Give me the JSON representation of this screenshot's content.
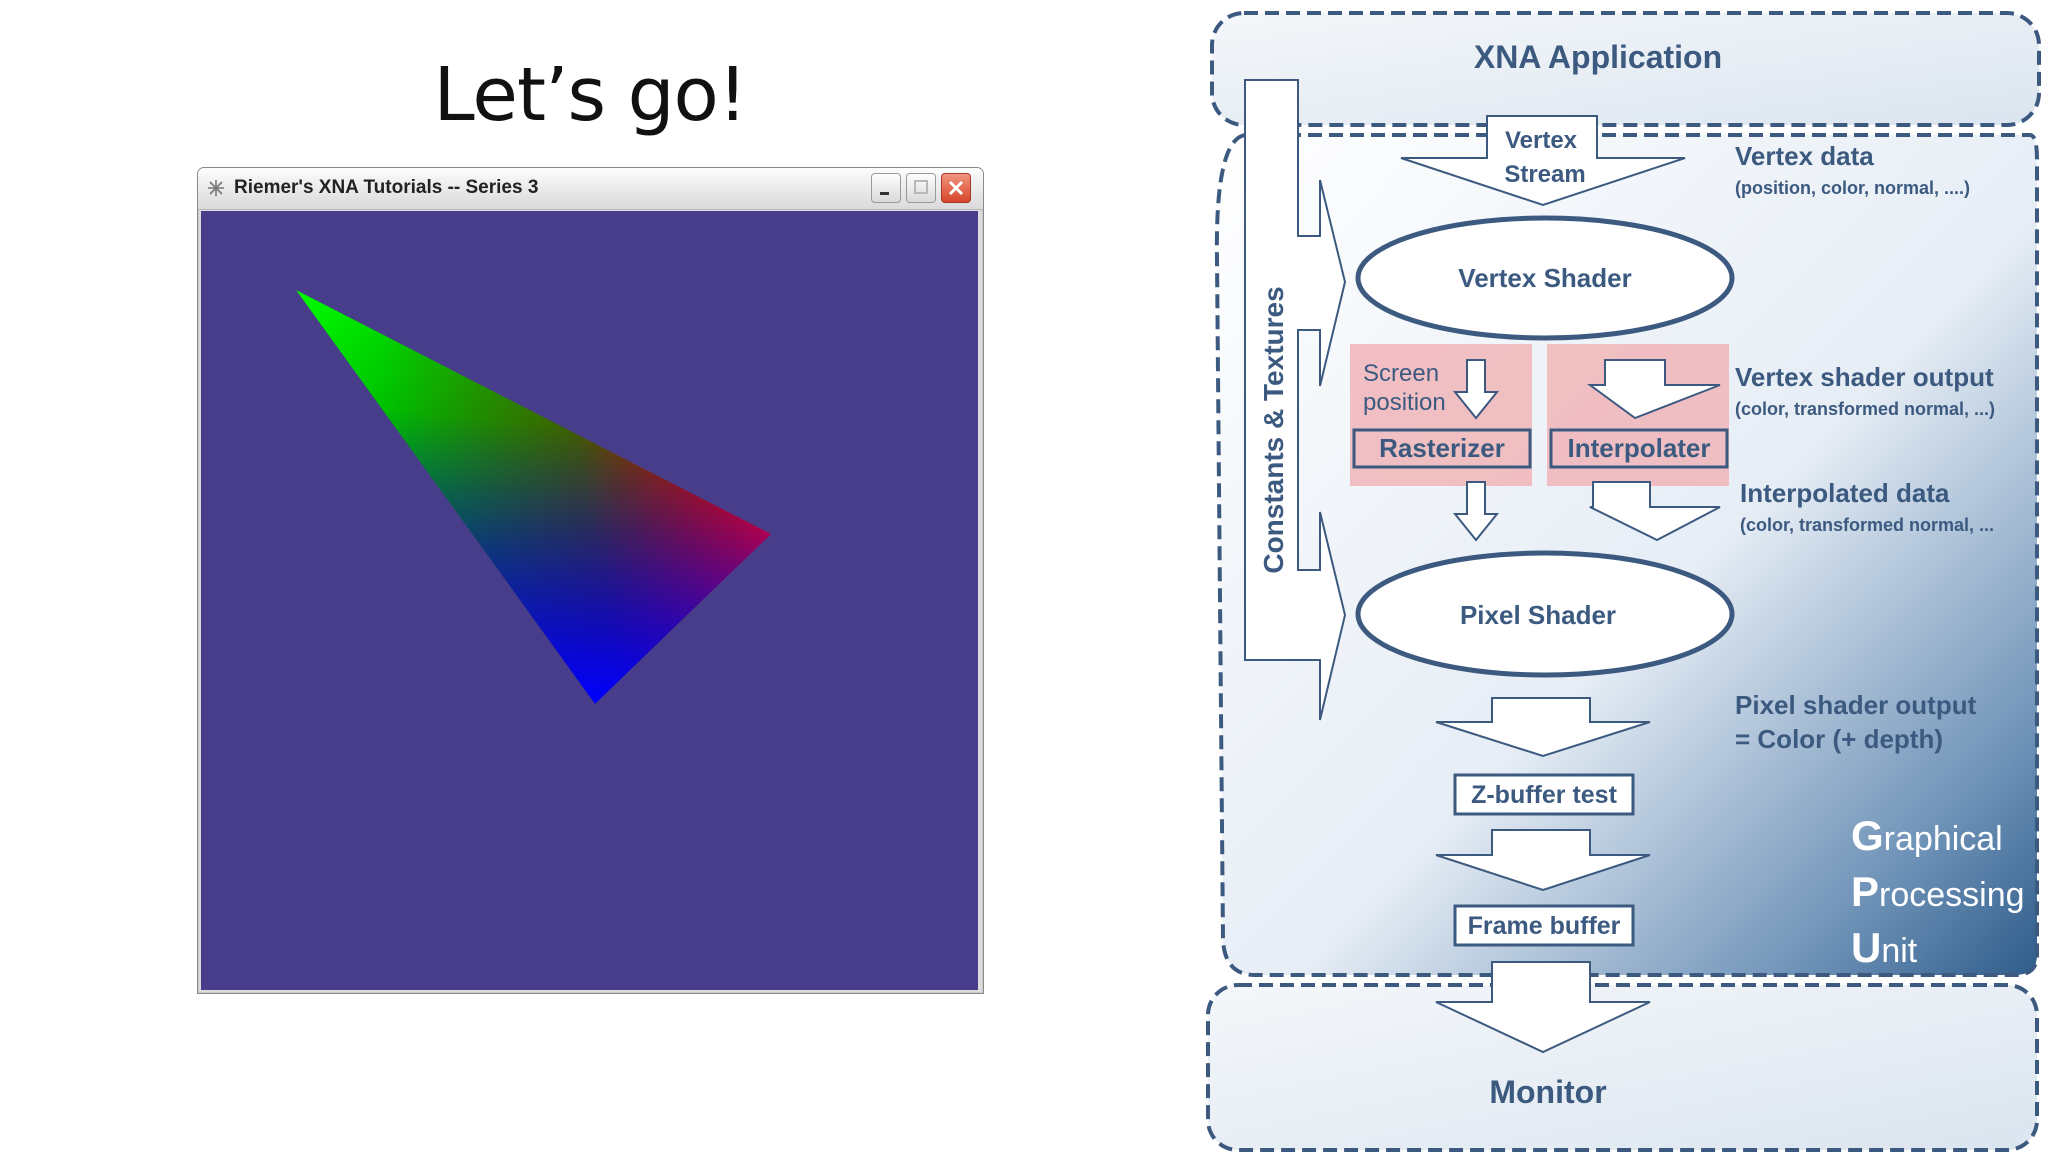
{
  "slide": {
    "title": "Let’s go!"
  },
  "window": {
    "title": "Riemer's XNA Tutorials -- Series 3"
  },
  "colors": {
    "client_background": "#483d8b",
    "vertex_1": "#00ff00",
    "vertex_2": "#ff0000",
    "vertex_3": "#0000ff",
    "diagram_ink": "#3c5a80",
    "highlight": "#f0b5b8"
  },
  "icons": [
    "app-icon",
    "minimize-icon",
    "maximize-icon",
    "close-icon"
  ],
  "diagram": {
    "xna_application": "XNA Application",
    "vertex_stream_1": "Vertex",
    "vertex_stream_2": "Stream",
    "vertex_data": "Vertex data",
    "vertex_data_sub": "(position, color, normal, ....)",
    "constants_textures": "Constants & Textures",
    "vertex_shader": "Vertex Shader",
    "screen_position_1": "Screen",
    "screen_position_2": "position",
    "rasterizer": "Rasterizer",
    "interpolater": "Interpolater",
    "vertex_shader_output": "Vertex shader output",
    "vertex_shader_output_sub": "(color, transformed normal, ...)",
    "interpolated_data": "Interpolated data",
    "interpolated_data_sub": "(color, transformed normal, ...",
    "pixel_shader": "Pixel Shader",
    "pixel_shader_output_1": "Pixel shader output",
    "pixel_shader_output_2": "= Color (+ depth)",
    "zbuffer_test": "Z-buffer test",
    "frame_buffer": "Frame buffer",
    "gpu_g": "G",
    "gpu_raphical": "raphical",
    "gpu_p": "P",
    "gpu_rocessing": "rocessing",
    "gpu_u": "U",
    "gpu_nit": "nit",
    "monitor": "Monitor"
  }
}
